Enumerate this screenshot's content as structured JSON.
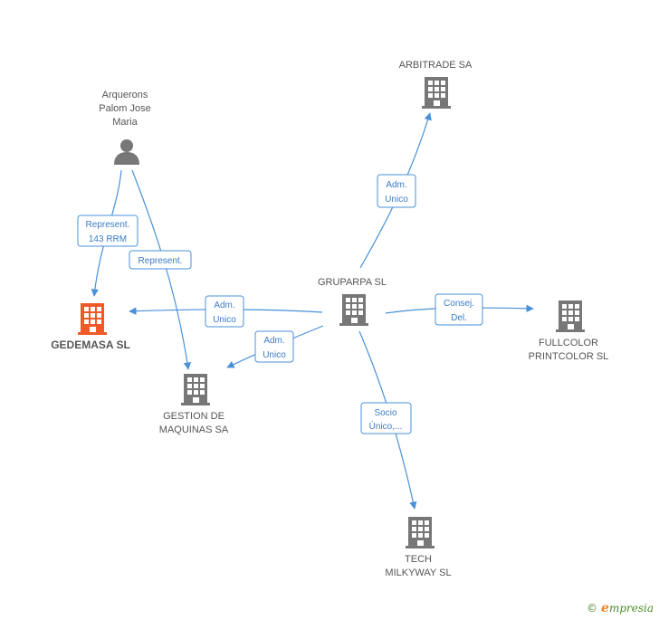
{
  "colors": {
    "edge": "#4a90d9",
    "building": "#777777",
    "building_highlight": "#f05a28",
    "person": "#777777"
  },
  "nodes": {
    "arquerons": {
      "lines": [
        "Arquerons",
        "Palom Jose",
        "Maria"
      ],
      "icon": "person-icon"
    },
    "arbitrade": {
      "lines": [
        "ARBITRADE SA"
      ],
      "icon": "building-icon"
    },
    "gruparpa": {
      "lines": [
        "GRUPARPA SL"
      ],
      "icon": "building-icon"
    },
    "gedemasa": {
      "lines": [
        "GEDEMASA SL"
      ],
      "icon": "building-icon-highlight"
    },
    "gestion": {
      "lines": [
        "GESTION DE",
        "MAQUINAS SA"
      ],
      "icon": "building-icon"
    },
    "fullcolor": {
      "lines": [
        "FULLCOLOR",
        "PRINTCOLOR SL"
      ],
      "icon": "building-icon"
    },
    "tech": {
      "lines": [
        "TECH",
        "MILKYWAY SL"
      ],
      "icon": "building-icon"
    }
  },
  "edges": {
    "arq_gedemasa": {
      "lines": [
        "Represent.",
        "143 RRM"
      ]
    },
    "arq_gestion": {
      "lines": [
        "Represent."
      ]
    },
    "gru_arbitrade": {
      "lines": [
        "Adm.",
        "Unico"
      ]
    },
    "gru_gedemasa": {
      "lines": [
        "Adm.",
        "Unico"
      ]
    },
    "gru_gestion": {
      "lines": [
        "Adm.",
        "Unico"
      ]
    },
    "gru_fullcolor": {
      "lines": [
        "Consej.",
        "Del."
      ]
    },
    "gru_tech": {
      "lines": [
        "Socio",
        "Único,..."
      ]
    }
  },
  "watermark": {
    "copyright": "©",
    "brand_initial": "e",
    "brand_rest": "mpresia"
  }
}
